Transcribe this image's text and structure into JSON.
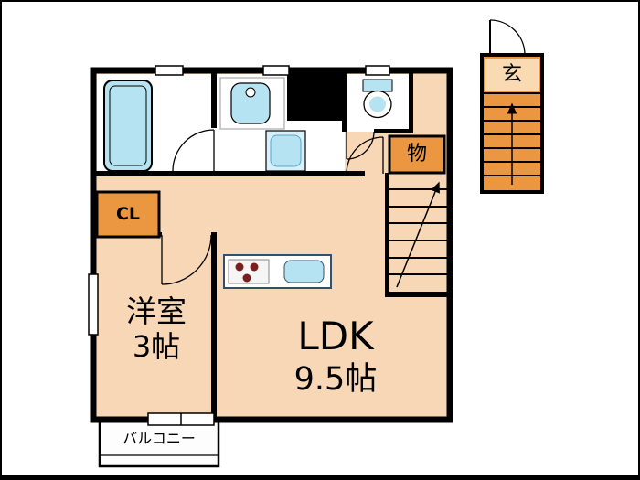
{
  "floorplan": {
    "labels": {
      "closet": "CL",
      "western_room": "洋室",
      "western_room_size": "3帖",
      "ldk": "LDK",
      "ldk_size": "9.5帖",
      "storage": "物",
      "entrance": "玄",
      "balcony": "バルコニー"
    },
    "colors": {
      "floor": "#f7d7b5",
      "accent_orange": "#eb9742",
      "fixture_blue": "#b5e3f2",
      "wall": "#000000",
      "stove_burner": "#7b1e1e"
    }
  }
}
